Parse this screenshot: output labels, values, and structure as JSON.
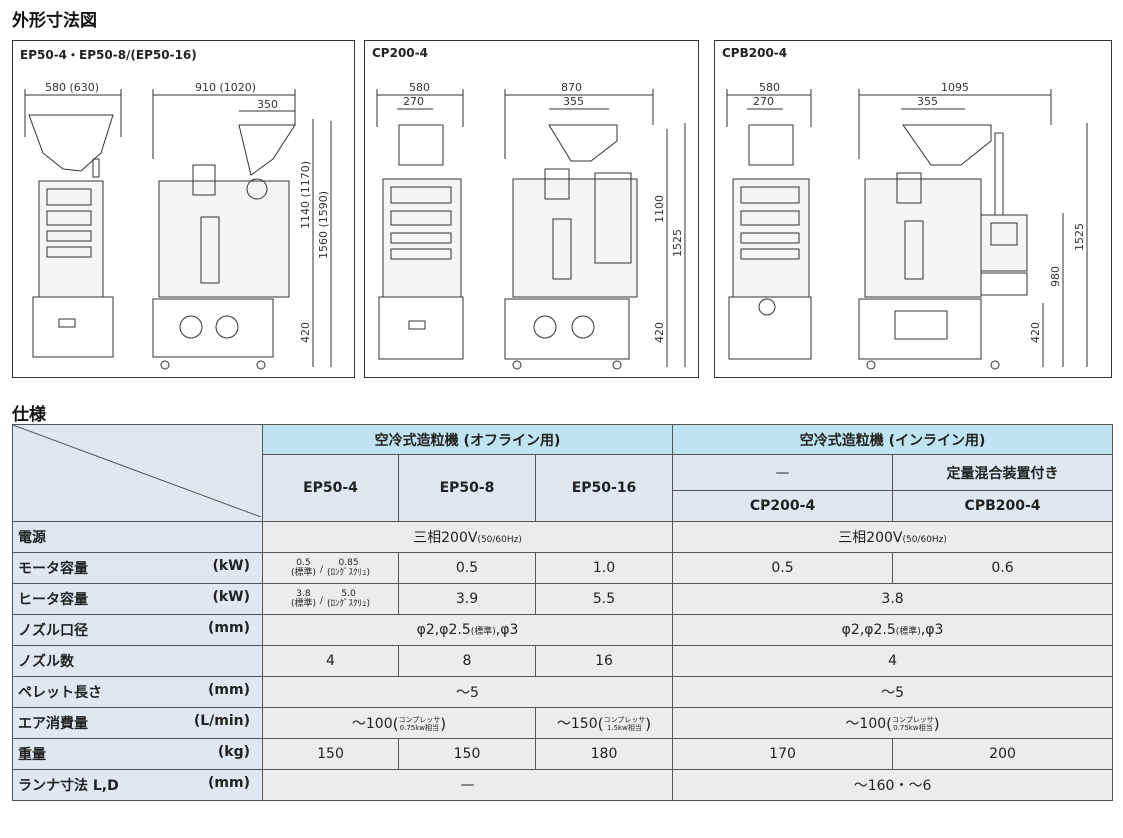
{
  "titles": {
    "dimensions": "外形寸法図",
    "specs": "仕様"
  },
  "panels": [
    {
      "label": "EP50-4・EP50-8/(EP50-16)",
      "dims": [
        "580 (630)",
        "910 (1020)",
        "350",
        "1140 (1170)",
        "1560 (1590)",
        "420"
      ]
    },
    {
      "label": "CP200-4",
      "dims": [
        "580",
        "270",
        "870",
        "355",
        "1100",
        "1525",
        "420"
      ]
    },
    {
      "label": "CPB200-4",
      "dims": [
        "580",
        "270",
        "1095",
        "355",
        "1525",
        "980",
        "420"
      ]
    }
  ],
  "table": {
    "group_offline": "空冷式造粒機 (オフライン用)",
    "group_inline": "空冷式造粒機 (インライン用)",
    "sub_dash": "—",
    "sub_mixer": "定量混合装置付き",
    "models": [
      "EP50-4",
      "EP50-8",
      "EP50-16",
      "CP200-4",
      "CPB200-4"
    ],
    "rows": {
      "power": {
        "label": "電源",
        "offline": "三相200V",
        "offline_small": "(50/60Hz)",
        "inline": "三相200V",
        "inline_small": "(50/60Hz)"
      },
      "motor": {
        "label": "モータ容量",
        "unit": "(kW)",
        "ep4_a": "0.5",
        "ep4_a_note": "(標準)",
        "slash": "/",
        "ep4_b": "0.85",
        "ep4_b_note": "(ﾛﾝｸﾞｽｸﾘｭ)",
        "ep8": "0.5",
        "ep16": "1.0",
        "cp": "0.5",
        "cpb": "0.6"
      },
      "heater": {
        "label": "ヒータ容量",
        "unit": "(kW)",
        "ep4_a": "3.8",
        "ep4_a_note": "(標準)",
        "slash": "/",
        "ep4_b": "5.0",
        "ep4_b_note": "(ﾛﾝｸﾞｽｸﾘｭ)",
        "ep8": "3.9",
        "ep16": "5.5",
        "inline": "3.8"
      },
      "nozzle_dia": {
        "label": "ノズル口径",
        "unit": "(mm)",
        "offline_a": "φ2,φ2.5",
        "offline_note": "(標準)",
        "offline_b": ",φ3",
        "inline_a": "φ2,φ2.5",
        "inline_note": "(標準)",
        "inline_b": ",φ3"
      },
      "nozzle_count": {
        "label": "ノズル数",
        "ep4": "4",
        "ep8": "8",
        "ep16": "16",
        "inline": "4"
      },
      "pellet": {
        "label": "ペレット長さ",
        "unit": "(mm)",
        "offline": "〜5",
        "inline": "〜5"
      },
      "air": {
        "label": "エア消費量",
        "unit": "(L/min)",
        "off_a": "〜100",
        "off_a_note1": "コンプレッサ",
        "off_a_note2": "0.75kw相当",
        "off_b": "〜150",
        "off_b_note1": "コンプレッサ",
        "off_b_note2": "1.5kw相当",
        "inl": "〜100",
        "inl_note1": "コンプレッサ",
        "inl_note2": "0.75kw相当"
      },
      "weight": {
        "label": "重量",
        "unit": "(kg)",
        "ep4": "150",
        "ep8": "150",
        "ep16": "180",
        "cp": "170",
        "cpb": "200"
      },
      "runner": {
        "label": "ランナ寸法 L,D",
        "unit": "(mm)",
        "offline": "—",
        "inline": "〜160・〜6"
      }
    }
  }
}
